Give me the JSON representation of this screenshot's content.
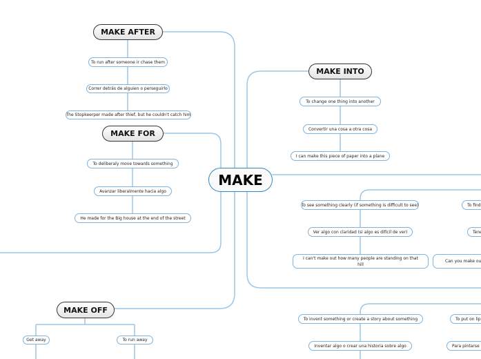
{
  "central": "MAKE",
  "branches": {
    "after": {
      "title": "MAKE AFTER",
      "items": [
        "To run after someone ir chase them",
        "Correr detrás de alguien o perseguirlo",
        "The Stopkeerper made after thief, but he couldn't catch him"
      ]
    },
    "for": {
      "title": "MAKE FOR",
      "items": [
        "To deliberaly move towards something",
        "Avanzar liberalmente hacia algo",
        "He made for the Big house at the end of the street"
      ]
    },
    "into": {
      "title": "MAKE INTO",
      "items": [
        "To change one thing into another",
        "Convertir una cosa a otra cosa",
        "I can make this piece of paper into a plane"
      ]
    },
    "off": {
      "title": "MAKE OFF",
      "items": [
        "Get away",
        "To run away"
      ]
    },
    "out": {
      "items": [
        "To see something clearly (if something is difficult to see)",
        "Ver algo con claridad (si algo es difícil de ver)",
        "I can't make out how many people are standing on that hill"
      ],
      "items2": [
        "To find i",
        "Tene",
        "Can you make ou"
      ]
    },
    "up": {
      "items": [
        "To invent something or create a story about something",
        "Inventar algo o crear una historia sobre algo"
      ],
      "items2": [
        "To put on lip",
        "Para pintarse l"
      ]
    }
  },
  "colors": {
    "connector": "#9cc6e6",
    "node_border": "#7fb2dc",
    "central_border": "#2e86c1"
  }
}
